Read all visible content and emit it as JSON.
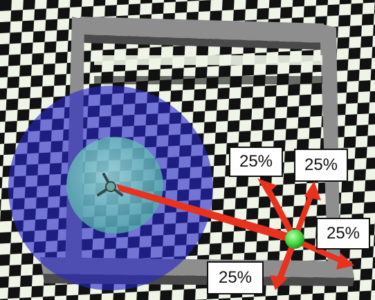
{
  "colors": {
    "floor_dark": "#111111",
    "floor_light": "#eef5e6",
    "wall": "#8e8e8e",
    "wall_dark": "#4a4a4a",
    "outer_sphere": "#2626c8",
    "inner_sphere": "#74cfc2",
    "arrow": "#e8321e",
    "target": "#4fe04a"
  },
  "icons": {
    "agent": "robot-agent-icon",
    "target": "green-target-icon"
  },
  "labels": [
    {
      "id": "up-left",
      "text": "25%"
    },
    {
      "id": "up-right",
      "text": "25%"
    },
    {
      "id": "right",
      "text": "25%"
    },
    {
      "id": "down-left",
      "text": "25%"
    }
  ]
}
